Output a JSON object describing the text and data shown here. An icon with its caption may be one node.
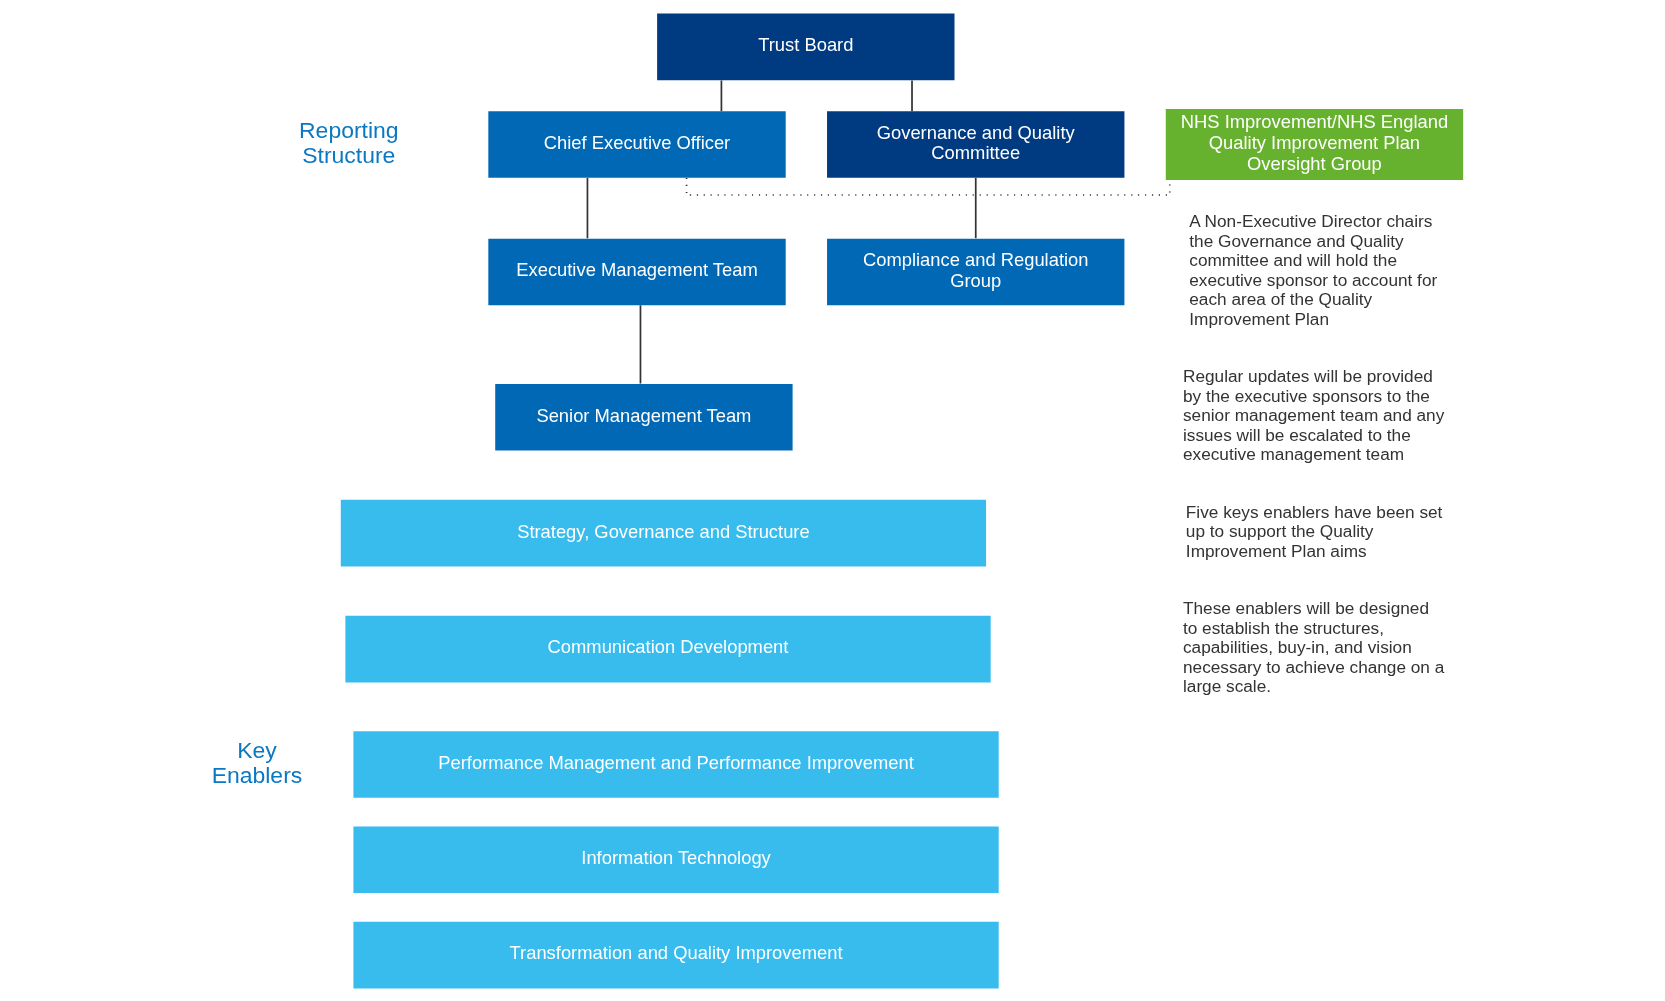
{
  "diagram": {
    "nodes": [
      {
        "text": [
          "Trust Board"
        ]
      },
      {
        "text": [
          "Governance and Quality Committee"
        ]
      },
      {
        "text": [
          "Chief Executive Officer"
        ]
      },
      {
        "text": [
          "NHS Improvement/NHS England Quality Improvement Plan Oversight Group"
        ]
      },
      {
        "text": [
          "Compliance and Regulation Group"
        ]
      },
      {
        "text": [
          "Executive Management Team"
        ]
      },
      {
        "text": [
          "Senior Management Team"
        ]
      },
      {
        "text": [
          "Strategy, Governance and Structure"
        ]
      },
      {
        "text": [
          "Communication Development"
        ]
      },
      {
        "text": [
          "Performance Management and Performance Improvement"
        ]
      },
      {
        "text": [
          "Information Technology"
        ]
      },
      {
        "text": [
          "Transformation and Quality Improvement"
        ]
      }
    ],
    "edges": [
      {
        "from": 0,
        "to": 1,
        "arrow": "none"
      },
      {
        "from": 0,
        "to": 2,
        "arrow": "none"
      },
      {
        "from": 2,
        "to": 3,
        "arrow": "none",
        "style": "dashed"
      },
      {
        "from": 1,
        "to": 4,
        "arrow": "none"
      },
      {
        "from": 2,
        "to": 5,
        "arrow": "none"
      },
      {
        "from": 5,
        "to": 6,
        "arrow": "none"
      }
    ],
    "labels": [
      "Reporting Structure",
      "A Non-Executive Director chairs the Governance and Quality committee and will hold the executive sponsor to account for each area of the Quality Improvement Plan",
      "Regular updates will be provided by the executive sponsors to the senior management team and any issues will be escalated to the executive management team",
      "Five keys enablers have been set up to support the Quality Improvement Plan aims",
      "Key Enablers",
      "These enablers will be designed to establish the structures, capabilities, buy-in, and vision necessary to achieve change on a large scale."
    ]
  }
}
